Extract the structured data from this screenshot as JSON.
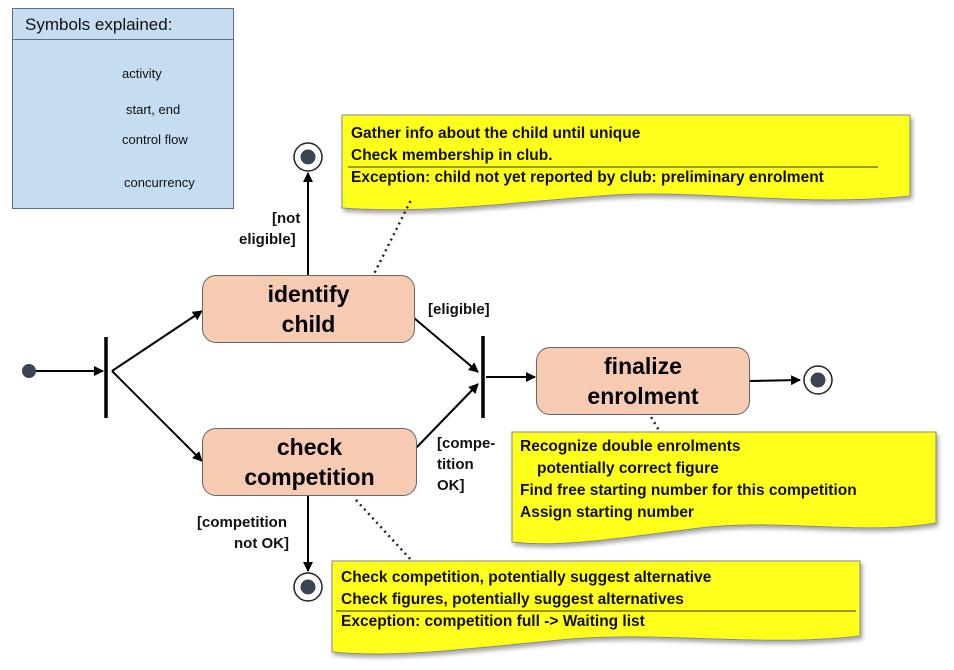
{
  "legend": {
    "title": "Symbols explained:",
    "activity_label": "activity",
    "start_end_label": "start, end",
    "control_flow_label": "control flow",
    "concurrency_label": "concurrency"
  },
  "activities": {
    "identify_child": [
      "identify",
      "child"
    ],
    "check_competition": [
      "check",
      "competition"
    ],
    "finalize_enrolment": [
      "finalize",
      "enrolment"
    ]
  },
  "guards": {
    "not_eligible": [
      "[not",
      "eligible]"
    ],
    "eligible": "[eligible]",
    "competition_ok": [
      "[compe-",
      "tition",
      "OK]"
    ],
    "competition_not_ok": [
      "[competition",
      "not OK]"
    ]
  },
  "notes": {
    "identify_child": {
      "lines": [
        "Gather info about the child until unique",
        "Check membership in club."
      ],
      "exception": "Exception: child not yet reported by club: preliminary enrolment"
    },
    "finalize_enrolment": {
      "lines": [
        "Recognize double enrolments",
        "potentially correct figure",
        "Find free starting number for this competition",
        "Assign starting number"
      ]
    },
    "check_competition": {
      "lines": [
        "Check competition, potentially suggest alternative",
        "Check figures, potentially suggest alternatives"
      ],
      "exception": "Exception: competition full -> Waiting list"
    }
  },
  "colors": {
    "activity_fill": "#f6cbb1",
    "note_fill": "#ffff1a",
    "legend_fill": "#c6dcf0",
    "node_fill": "#3b4453"
  }
}
